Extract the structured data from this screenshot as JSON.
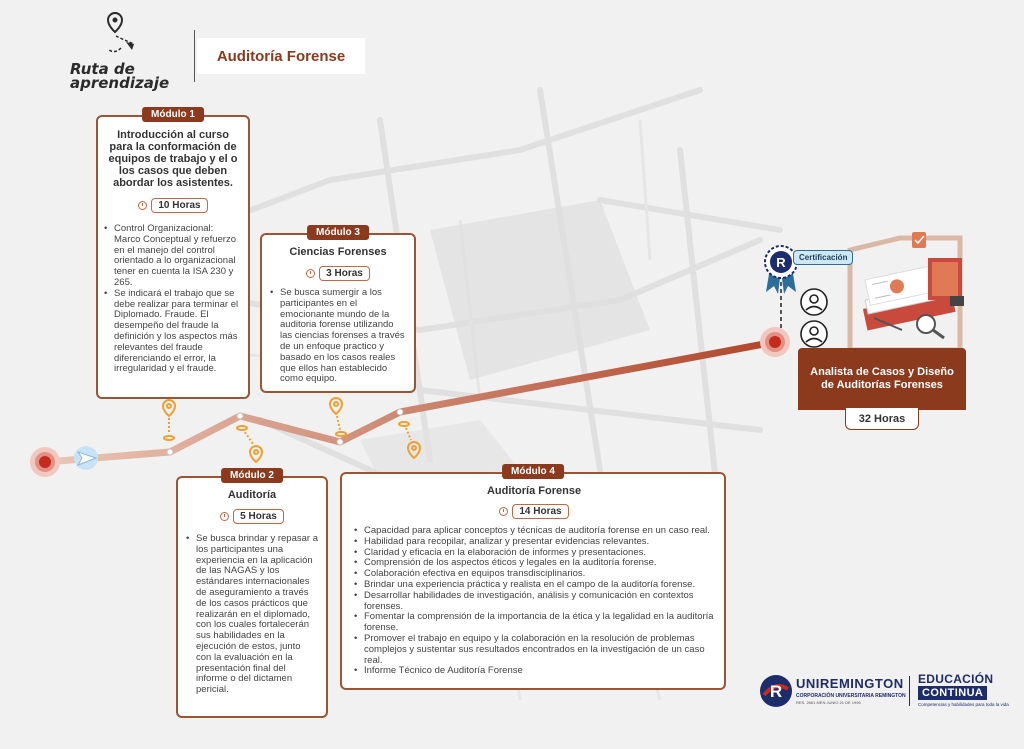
{
  "header": {
    "logo_line1": "Ruta de",
    "logo_line2": "aprendizaje",
    "course_title": "Auditoría Forense"
  },
  "modules": [
    {
      "tag": "Módulo 1",
      "title": "Introducción al curso para la conformación de equipos de trabajo y el o los casos que deben abordar los asistentes.",
      "hours": "10 Horas",
      "items": [
        "Control Organizacional: Marco Conceptual y refuerzo en el manejo del control orientado a lo organizacional tener en cuenta la ISA 230 y 265.",
        "Se indicará el trabajo que se debe realizar para terminar el Diplomado. Fraude. El desempeño del fraude la definición y los aspectos más relevantes del fraude diferenciando el error, la irregularidad y el fraude."
      ]
    },
    {
      "tag": "Módulo 2",
      "title": "Auditoría",
      "hours": "5 Horas",
      "items": [
        "Se busca brindar y repasar a los participantes una experiencia en la aplicación de las NAGAS y los estándares internacionales de aseguramiento a través de los casos prácticos que realizarán en el diplomado, con los cuales fortalecerán sus habilidades en la ejecución de estos, junto con la evaluación en la presentación final del informe o del dictamen pericial."
      ]
    },
    {
      "tag": "Módulo 3",
      "title": "Ciencias Forenses",
      "hours": "3 Horas",
      "items": [
        "Se busca sumergir a los participantes en el emocionante mundo de la auditoria forense utilizando las ciencias forenses a través de un enfoque practico y basado en los casos reales que ellos han establecido como equipo."
      ]
    },
    {
      "tag": "Módulo 4",
      "title": "Auditoría Forense",
      "hours": "14 Horas",
      "items": [
        "Capacidad para aplicar conceptos y técnicas de auditoría forense en un caso real.",
        "Habilidad para recopilar, analizar y presentar evidencias relevantes.",
        "Claridad y eficacia en la elaboración de informes y presentaciones.",
        "Comprensión de los aspectos éticos y legales en la auditoría forense.",
        "Colaboración efectiva en equipos transdisciplinarios.",
        "Brindar una experiencia práctica y realista en el campo de la auditoría forense.",
        "Desarrollar habilidades de investigación, análisis y comunicación en contextos forenses.",
        "Fomentar la comprensión de la importancia de la ética y la legalidad en la auditoría forense.",
        "Promover el trabajo en equipo y la colaboración en la resolución de problemas complejos y sustentar sus resultados encontrados en la investigación de un caso real.",
        "Informe Técnico de Auditoría Forense"
      ]
    }
  ],
  "certification": {
    "badge": "Certificación",
    "title": "Analista de Casos y Diseño de Auditorías Forenses",
    "hours": "32 Horas"
  },
  "footer": {
    "uni_name": "UNIREMINGTON",
    "uni_sub": "CORPORACIÓN UNIVERSITARIA REMINGTON",
    "uni_reg": "RES. 2661 MEN JUNIO 21 DE 1996",
    "ec_line1": "EDUCACIÓN",
    "ec_line2": "CONTINUA",
    "ec_line3": "Competencias y habilidades para toda la vida"
  },
  "colors": {
    "brand_brown": "#8b3a1d",
    "border_brown": "#9a5634",
    "accent_orange": "#f0a030",
    "path_start": "#e9c7b6",
    "path_end": "#b0462a",
    "navy": "#1d2c6b"
  }
}
